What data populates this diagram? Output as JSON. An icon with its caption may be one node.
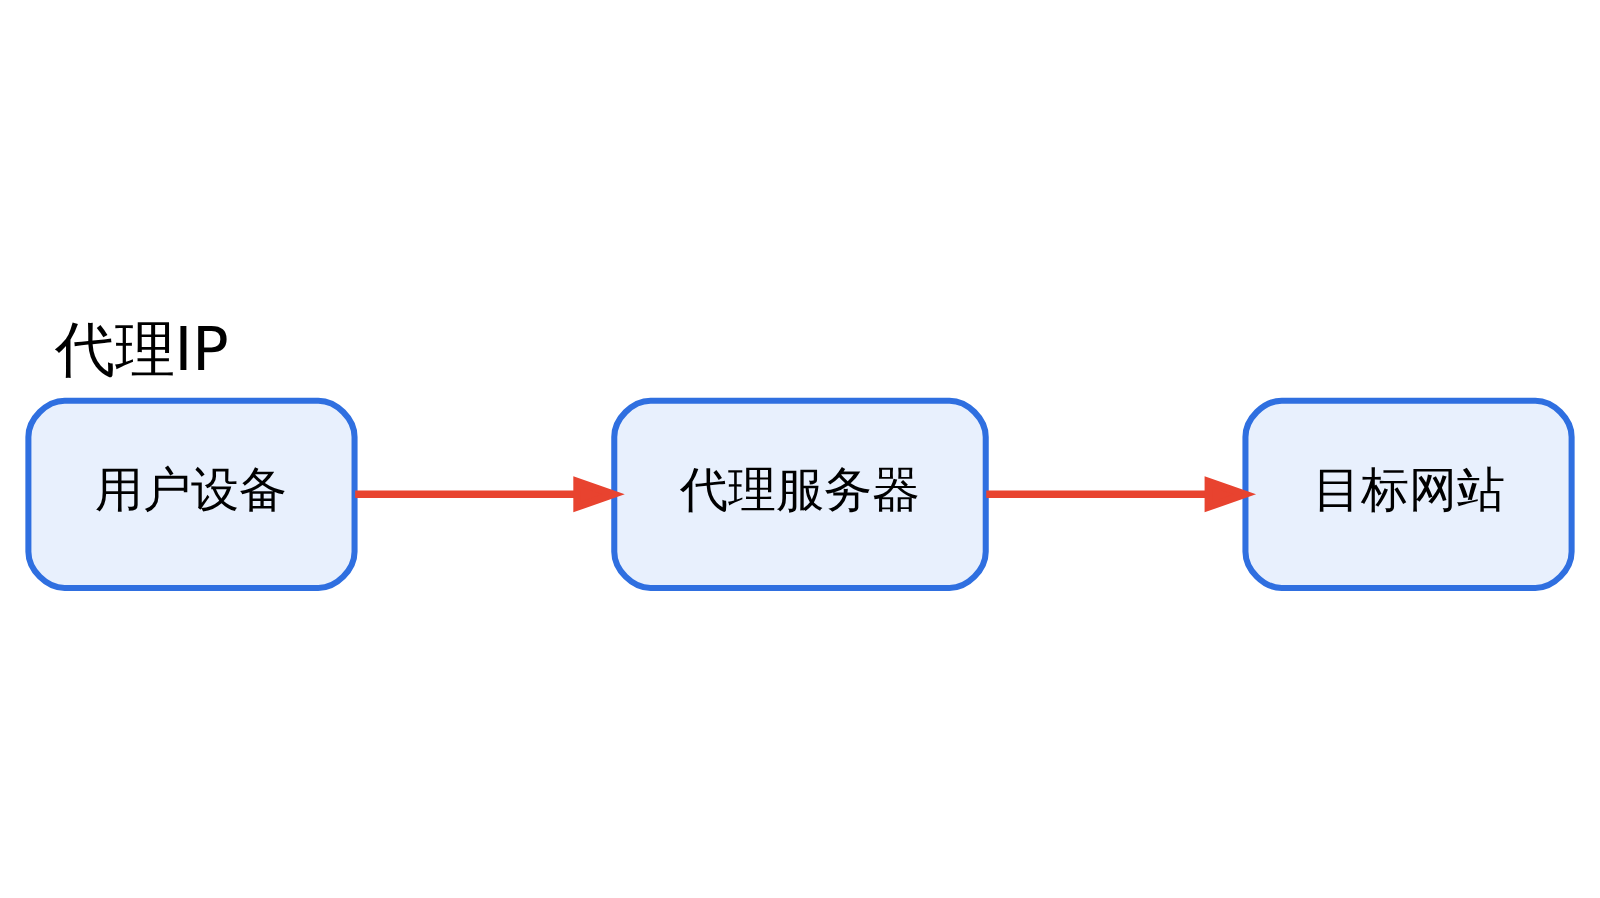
{
  "diagram": {
    "title": "代理IP",
    "nodes": [
      {
        "text": [
          "用户设备"
        ]
      },
      {
        "text": [
          "代理服务器"
        ]
      },
      {
        "text": [
          "目标网站"
        ]
      }
    ],
    "edges": [
      {
        "from": 0,
        "to": 1,
        "arrow": "to"
      },
      {
        "from": 1,
        "to": 2,
        "arrow": "to"
      }
    ]
  }
}
